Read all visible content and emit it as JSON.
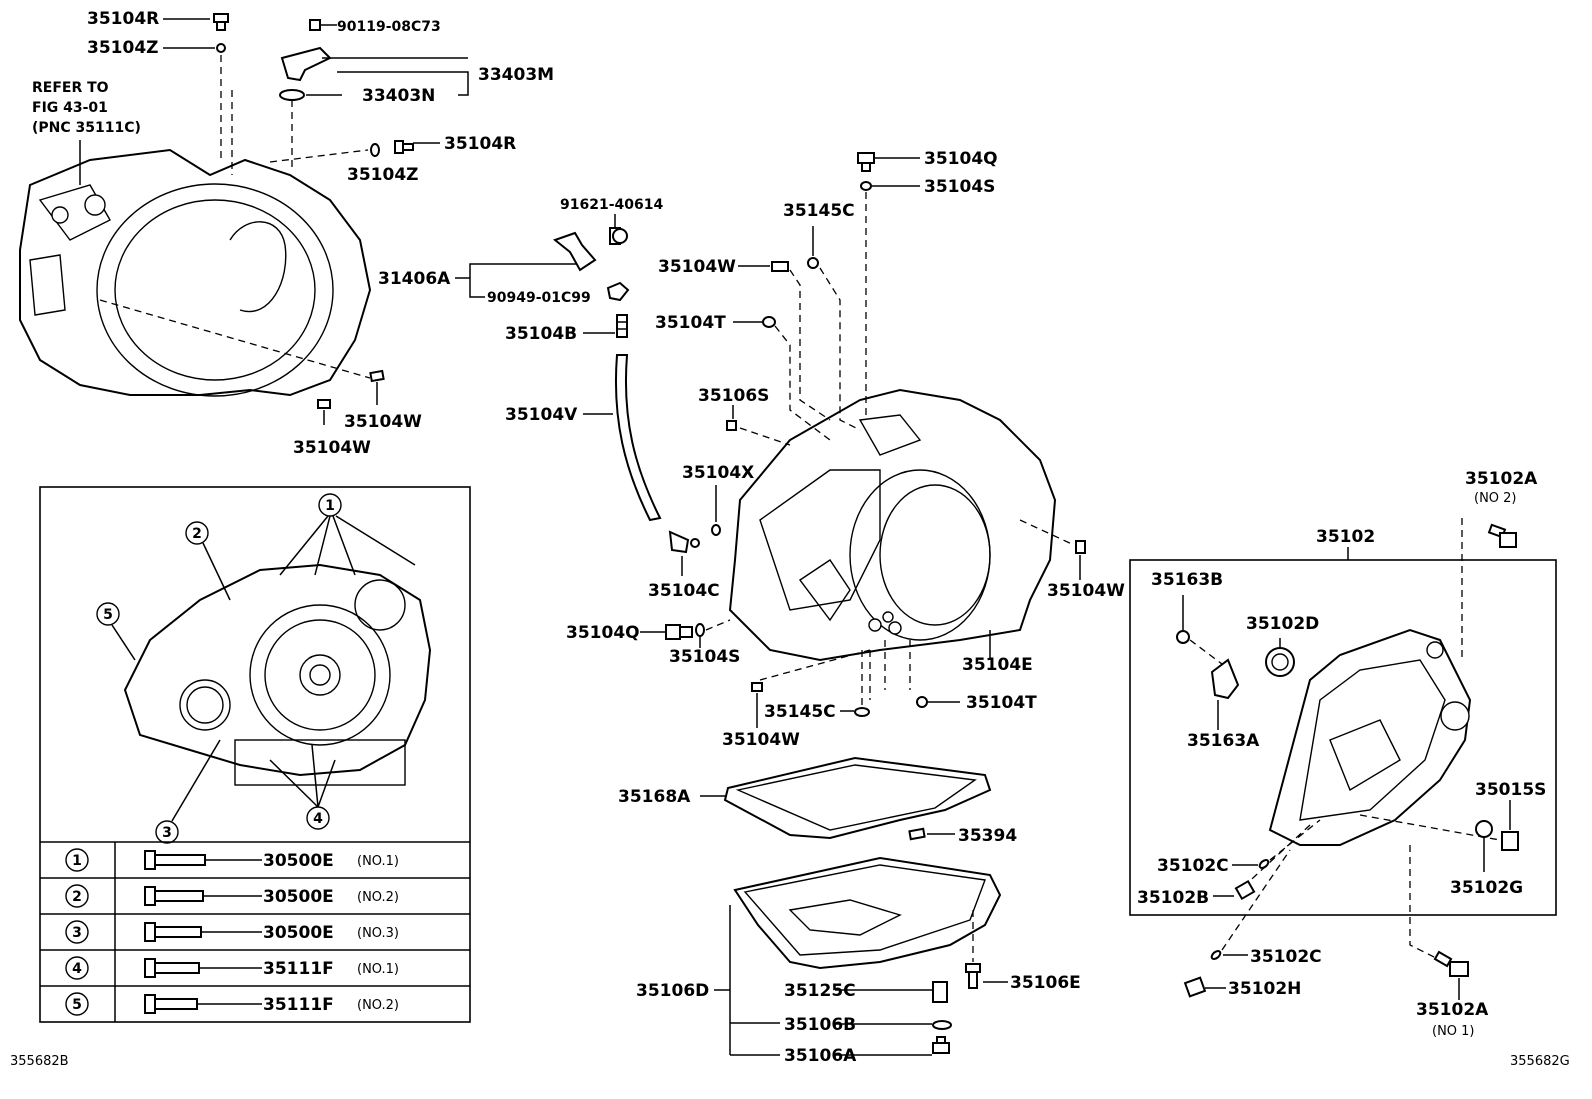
{
  "refer_note": {
    "line1": "REFER TO",
    "line2": "FIG 43-01",
    "line3": "(PNC 35111C)"
  },
  "labels": {
    "p35104R_top": "35104R",
    "p35104Z_top": "35104Z",
    "p90119": "90119-08C73",
    "p33403M": "33403M",
    "p33403N": "33403N",
    "p35104R_mid": "35104R",
    "p35104Z_mid": "35104Z",
    "p31406A": "31406A",
    "p91621": "91621-40614",
    "p90949": "90949-01C99",
    "p35104W_a": "35104W",
    "p35104W_b": "35104W",
    "p35104Q_top": "35104Q",
    "p35104S_top": "35104S",
    "p35145C_top": "35145C",
    "p35104W_c": "35104W",
    "p35104T_a": "35104T",
    "p35104B": "35104B",
    "p35104V": "35104V",
    "p35106S": "35106S",
    "p35104X": "35104X",
    "p35104C": "35104C",
    "p35104W_d": "35104W",
    "p35104Q_mid": "35104Q",
    "p35104S_mid": "35104S",
    "p35104E": "35104E",
    "p35145C_bot": "35145C",
    "p35104T_b": "35104T",
    "p35104W_e": "35104W",
    "p35168A": "35168A",
    "p35394": "35394",
    "p35106D": "35106D",
    "p35125C": "35125C",
    "p35106E": "35106E",
    "p35106B": "35106B",
    "p35106A": "35106A",
    "p35102A_top": "35102A",
    "p35102A_top_note": "(NO 2)",
    "p35102": "35102",
    "p35163B": "35163B",
    "p35102D": "35102D",
    "p35163A": "35163A",
    "p35015S": "35015S",
    "p35102C_a": "35102C",
    "p35102B": "35102B",
    "p35102G": "35102G",
    "p35102C_b": "35102C",
    "p35102H": "35102H",
    "p35102A_bot": "35102A",
    "p35102A_bot_note": "(NO 1)"
  },
  "inset": {
    "callouts": [
      "1",
      "2",
      "3",
      "4",
      "5"
    ],
    "bolt_table": [
      {
        "num": "1",
        "part": "30500E",
        "note": "(NO.1)"
      },
      {
        "num": "2",
        "part": "30500E",
        "note": "(NO.2)"
      },
      {
        "num": "3",
        "part": "30500E",
        "note": "(NO.3)"
      },
      {
        "num": "4",
        "part": "35111F",
        "note": "(NO.1)"
      },
      {
        "num": "5",
        "part": "35111F",
        "note": "(NO.2)"
      }
    ]
  },
  "footer": {
    "left_code": "355682B",
    "right_code": "355682G"
  }
}
